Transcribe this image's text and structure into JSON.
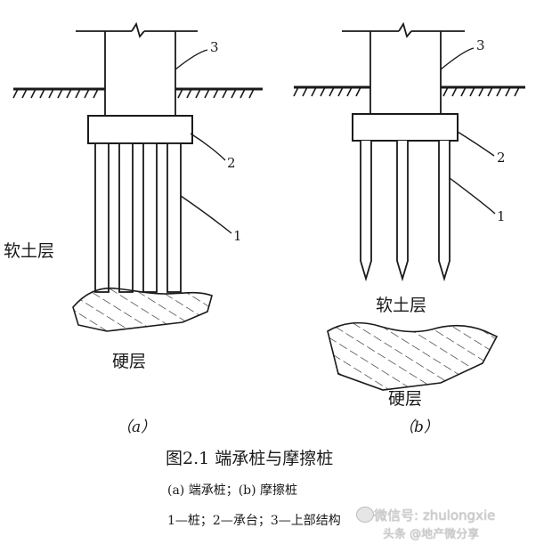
{
  "figure": {
    "panel_a": {
      "soft_layer": "软土层",
      "hard_layer": "硬层",
      "panel_label": "（a）",
      "callouts": [
        "1",
        "2",
        "3"
      ]
    },
    "panel_b": {
      "soft_layer": "软土层",
      "hard_layer": "硬层",
      "panel_label": "（b）",
      "callouts": [
        "1",
        "2",
        "3"
      ]
    },
    "caption": {
      "title": "图2.1  端承桩与摩擦桩",
      "subtitle": "(a)  端承桩；(b)  摩擦桩",
      "legend": "1—桩；2—承台；3—上部结构"
    }
  },
  "watermark": {
    "line1": "微信号: zhulongxie",
    "line2": "头条 @地产微分享"
  },
  "colors": {
    "ink": "#1a1a1a",
    "background": "#ffffff"
  }
}
